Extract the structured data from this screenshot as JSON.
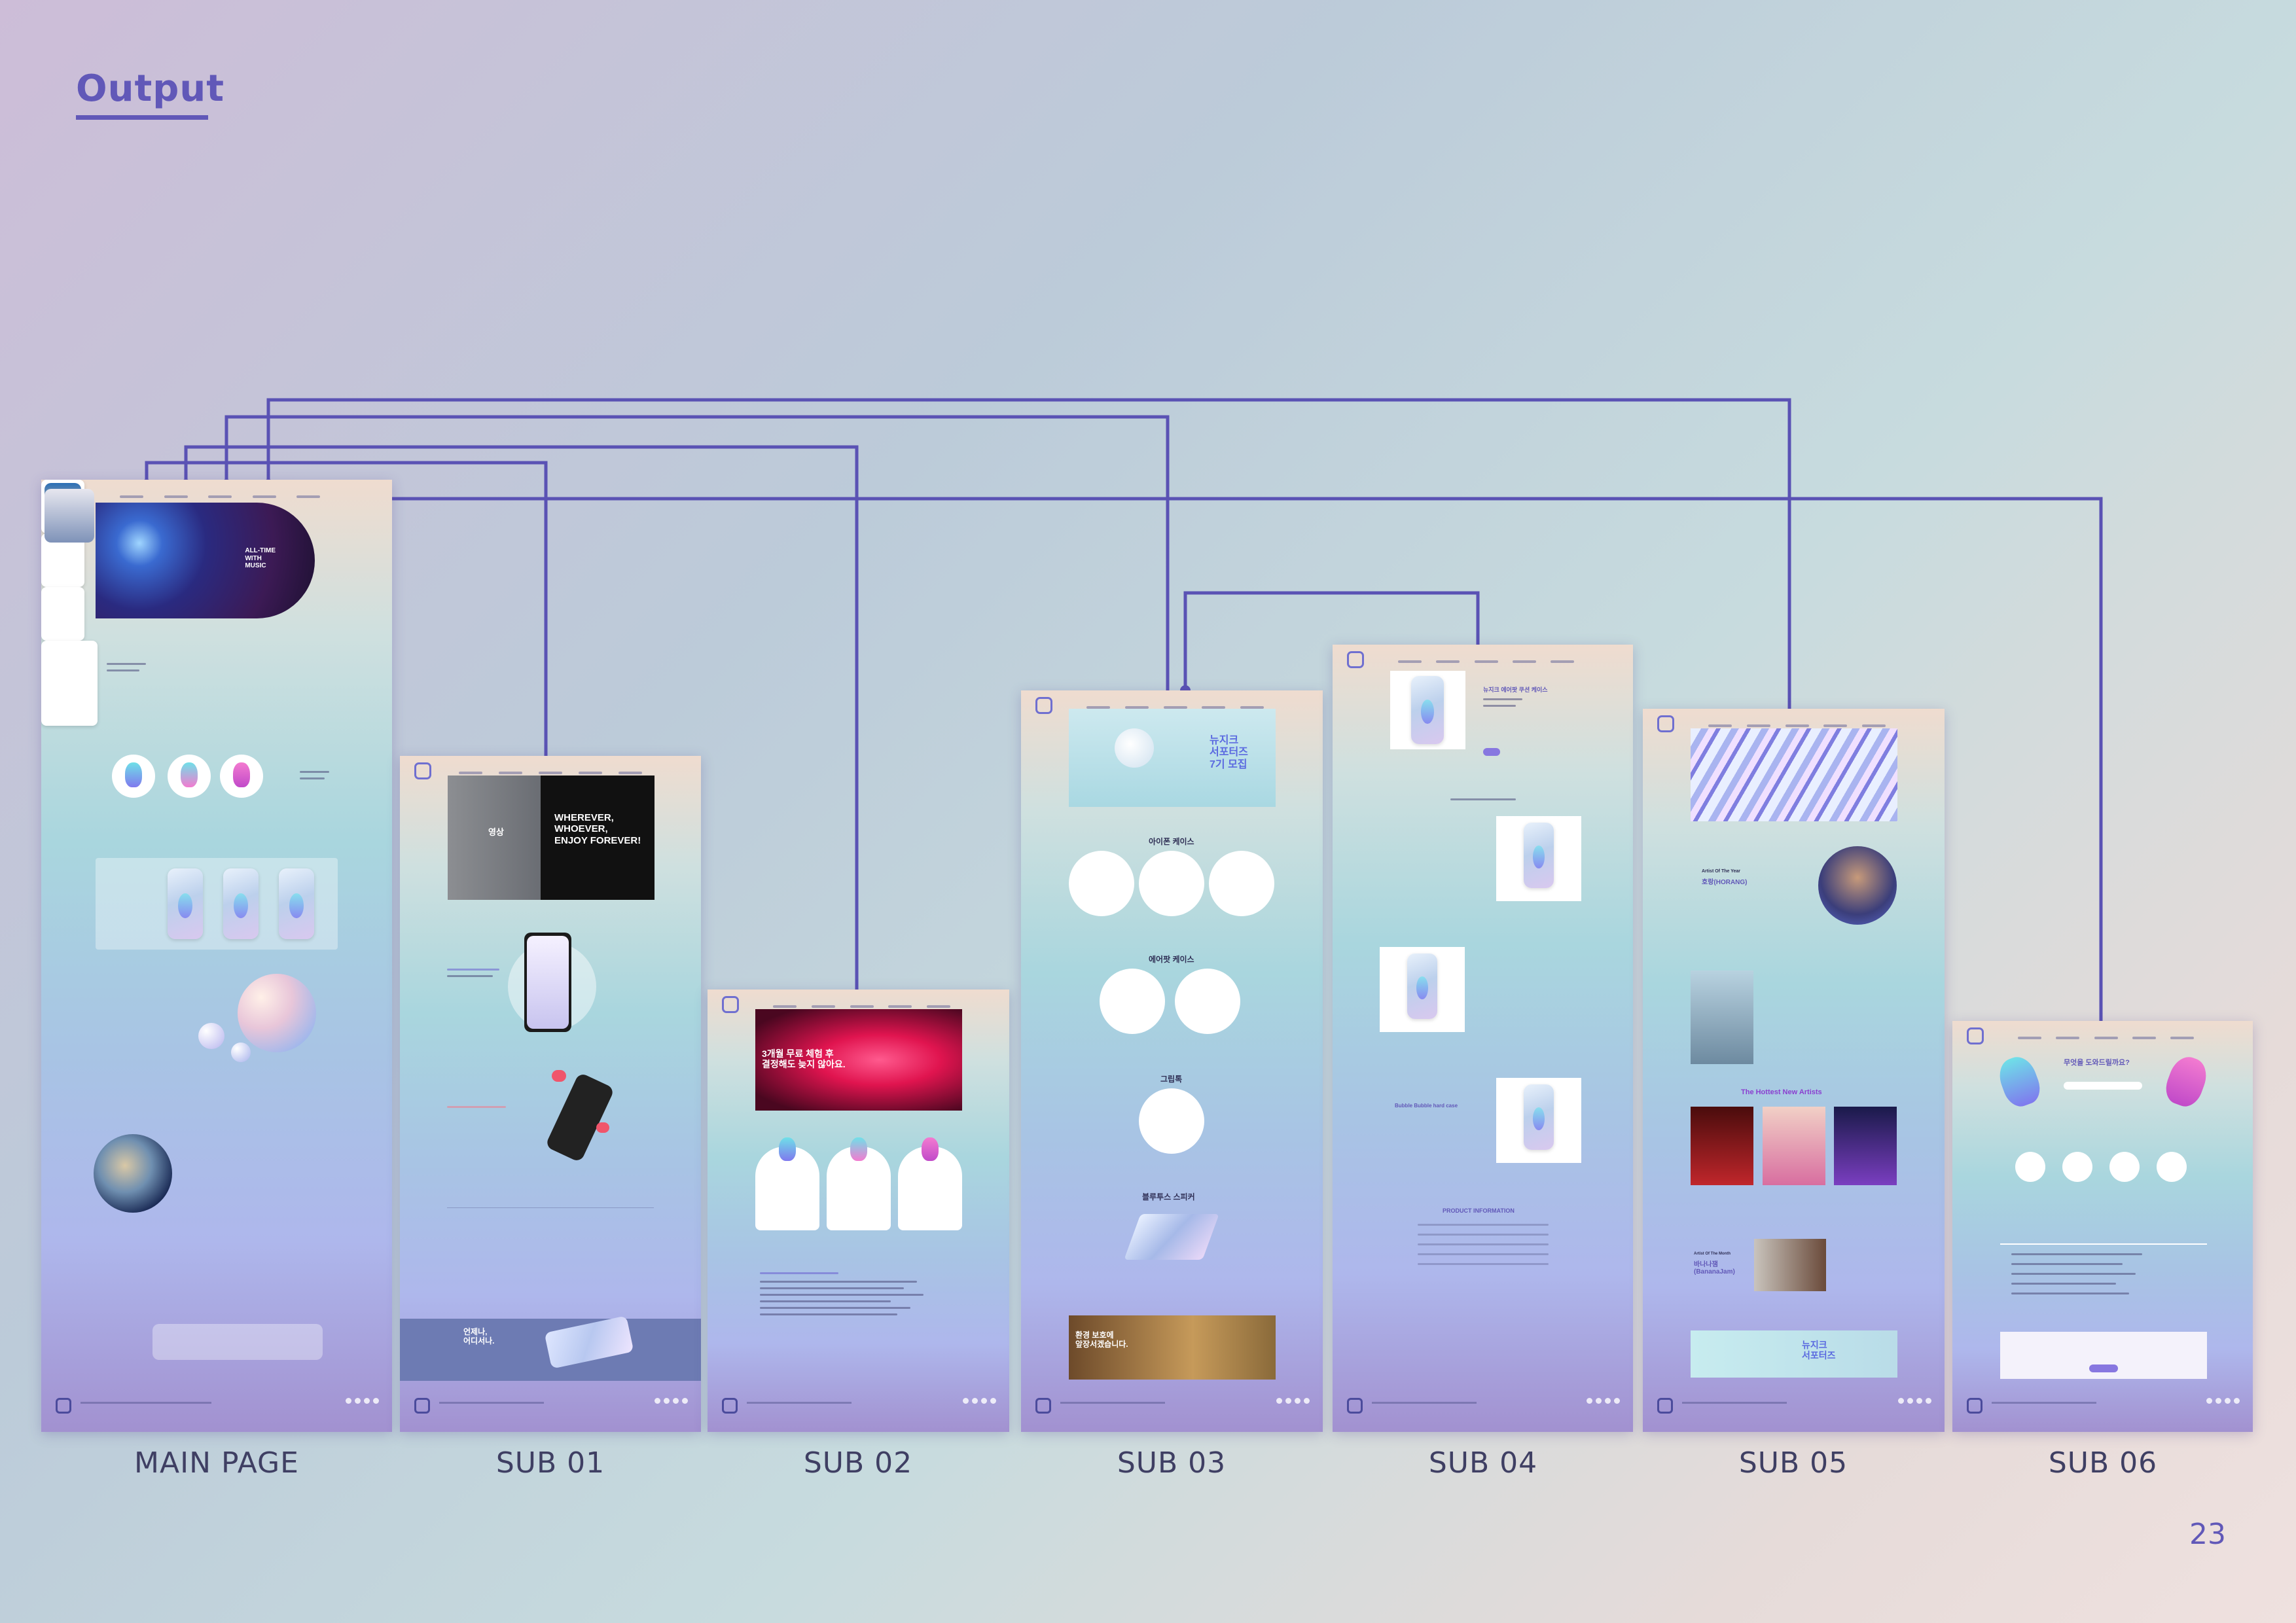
{
  "header": {
    "title": "Output"
  },
  "page_number": "23",
  "colors": {
    "accent": "#6158b8",
    "connector": "#5a52b4"
  },
  "pages": [
    {
      "caption": "MAIN PAGE"
    },
    {
      "caption": "SUB 01"
    },
    {
      "caption": "SUB 02"
    },
    {
      "caption": "SUB 03"
    },
    {
      "caption": "SUB 04"
    },
    {
      "caption": "SUB 05"
    },
    {
      "caption": "SUB 06"
    }
  ],
  "sub01": {
    "hero_tag": "영상",
    "hero_heading": [
      "WHEREVER,",
      "WHOEVER,",
      "ENJOY FOREVER!"
    ],
    "promo_heading": [
      "언제나,",
      "어디서나."
    ]
  },
  "sub02": {
    "hero_heading": [
      "3개월 무료 체험 후",
      "결정해도 늦지 않아요."
    ]
  },
  "sub03": {
    "hero_heading": [
      "뉴지크",
      "서포터즈",
      "7기 모집"
    ],
    "section_iphone": "아이폰 케이스",
    "section_airpods": "에어팟 케이스",
    "section_griptok": "그립톡",
    "section_bluetooth": "블루투스 스피커",
    "banner_heading": [
      "환경 보호에",
      "앞장서겠습니다."
    ]
  },
  "sub04": {
    "product_title": "뉴지크 에어팟 쿠션 케이스",
    "product_info_title": "PRODUCT INFORMATION",
    "case_a": "Bubble Bubble hard case"
  },
  "sub05": {
    "artist_of_year_label": "Artist Of The Year",
    "artist_of_year_name": "호랑(HORANG)",
    "hottest_title": "The Hottest New Artists",
    "artist_of_month_label": "Artist Of The Month",
    "artist_of_month_name": [
      "바나나잼",
      "(BananaJam)"
    ],
    "banner_heading": [
      "뉴지크",
      "서포터즈"
    ]
  },
  "sub06": {
    "question": "무엇을 도와드릴까요?"
  },
  "main": {
    "hero_heading": [
      "ALL-TIME",
      "WITH",
      "MUSIC"
    ]
  }
}
